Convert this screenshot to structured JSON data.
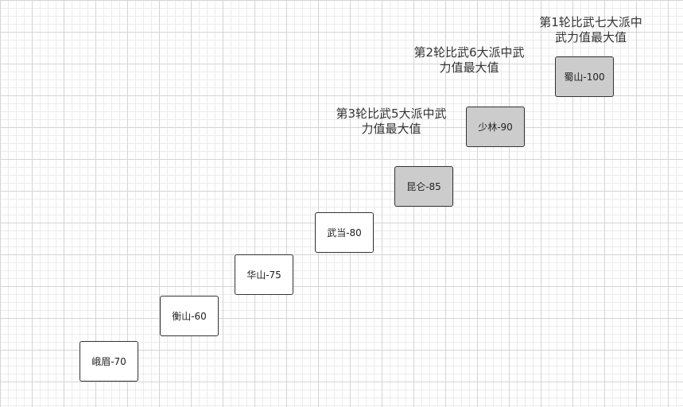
{
  "boxes": [
    {
      "label": "峨眉-70",
      "highlight": false
    },
    {
      "label": "衡山-60",
      "highlight": false
    },
    {
      "label": "华山-75",
      "highlight": false
    },
    {
      "label": "武当-80",
      "highlight": false
    },
    {
      "label": "昆仑-85",
      "highlight": true
    },
    {
      "label": "少林-90",
      "highlight": true
    },
    {
      "label": "蜀山-100",
      "highlight": true
    }
  ],
  "notes": [
    {
      "line1": "第1轮比武七大派中",
      "line2": "武力值最大值"
    },
    {
      "line1": "第2轮比武6大派中武",
      "line2": "力值最大值"
    },
    {
      "line1": "第3轮比武5大派中武",
      "line2": "力值最大值"
    }
  ],
  "colors": {
    "highlight_fill": "#cccccc",
    "box_fill": "#ffffff",
    "border": "#333333"
  }
}
